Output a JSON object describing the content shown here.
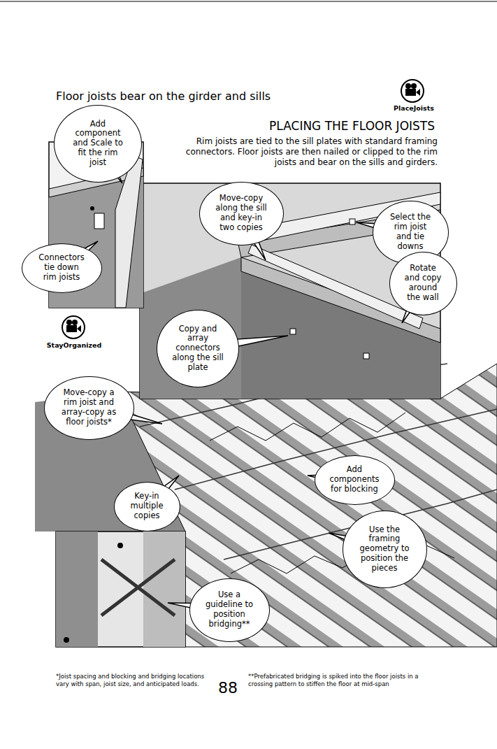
{
  "diagram": {
    "title": "Floor joists bear on the girder and sills",
    "nodes": [
      {
        "text": [
          "Add component and Scale to fit the rim joist"
        ]
      },
      {
        "text": [
          "Connectors tie down rim joists"
        ]
      },
      {
        "text": [
          "Move-copy along the sill and key-in two copies"
        ]
      },
      {
        "text": [
          "Select the rim joist and tie downs"
        ]
      },
      {
        "text": [
          "Rotate and copy around the wall"
        ]
      },
      {
        "text": [
          "Copy and array connectors along the sill plate"
        ]
      },
      {
        "text": [
          "Move-copy a rim joist and array-copy as floor joists*"
        ]
      },
      {
        "text": [
          "Add components for blocking"
        ]
      },
      {
        "text": [
          "Key-in multiple copies"
        ]
      },
      {
        "text": [
          "Use the framing geometry to position the pieces"
        ]
      },
      {
        "text": [
          "Use a guideline to position bridging**"
        ]
      }
    ],
    "labels": [
      "PlaceJoists",
      "PLACING THE FLOOR JOISTS",
      "Rim joists are tied to the sill plates with standard framing connectors. Floor joists are then nailed or clipped to the rim joists and bear on the sills and girders.",
      "StayOrganized",
      "*Joist spacing and blocking and bridging locations vary with span, joist size, and anticipated loads.",
      "88",
      "**Prefabricated bridging is spiked into the floor joists in a crossing pattern to stiffen the floor at mid-span"
    ]
  }
}
